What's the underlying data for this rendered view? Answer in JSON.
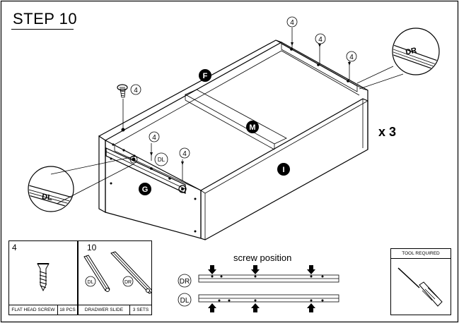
{
  "step_title": "STEP 10",
  "multiplier": "x 3",
  "screw_count": "4",
  "part_labels": {
    "f": "F",
    "m": "M",
    "i": "I",
    "g": "G"
  },
  "slide_labels": {
    "dl": "DL",
    "dr": "DR"
  },
  "screw_position": {
    "title": "screw position",
    "dr": "DR",
    "dl": "DL"
  },
  "parts_boxes": [
    {
      "qty": "4",
      "name": "FLAT HEAD SCREW",
      "count": "18 PCS"
    },
    {
      "qty": "10",
      "name": "DRADWER SLIDE",
      "count": "3 SETS",
      "dl": "DL",
      "dr": "DR"
    }
  ],
  "tool_box": {
    "title": "TOOL REQUIRED"
  },
  "colors": {
    "ink": "#000000",
    "paper": "#ffffff"
  }
}
